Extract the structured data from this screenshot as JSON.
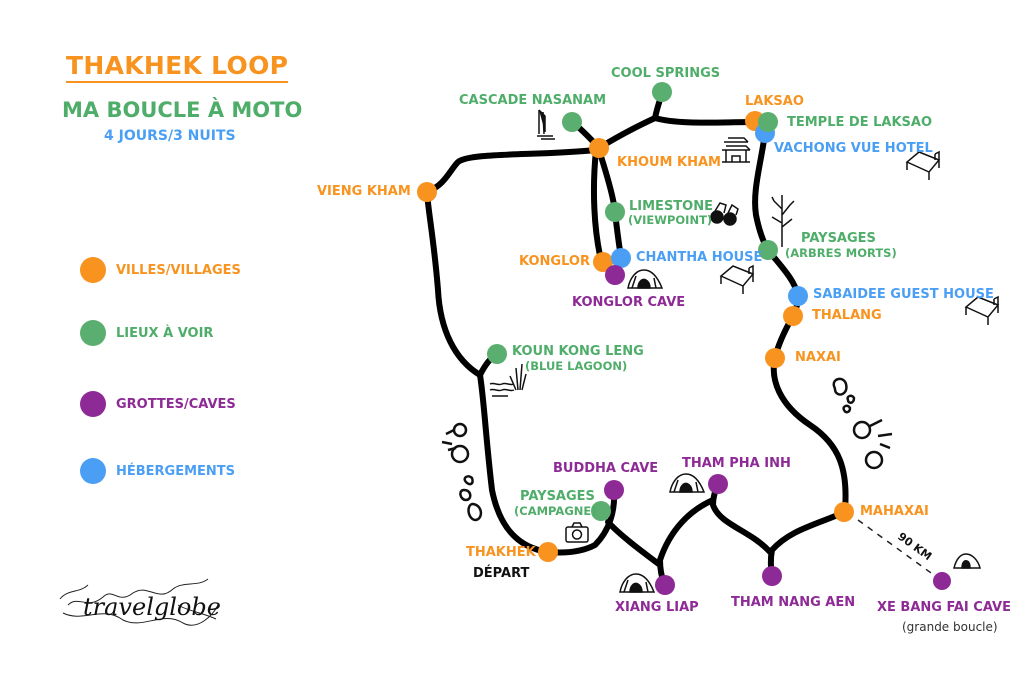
{
  "header": {
    "title": "THAKHEK LOOP",
    "subtitle": "MA BOUCLE À MOTO",
    "duration": "4 JOURS/3 NUITS"
  },
  "colors": {
    "villes": "#f7931e",
    "lieux": "#5aae70",
    "grottes": "#8e2a96",
    "hebergements": "#4a9ff5",
    "route": "#000000"
  },
  "legend": [
    {
      "label": "VILLES/VILLAGES",
      "category": "villes"
    },
    {
      "label": "LIEUX À VOIR",
      "category": "lieux"
    },
    {
      "label": "GROTTES/CAVES",
      "category": "grottes"
    },
    {
      "label": "HÉBERGEMENTS",
      "category": "hebergements"
    }
  ],
  "places": {
    "cascade_nasanam": {
      "name": "CASCADE NASANAM",
      "category": "lieux",
      "icon": "waterfall-icon"
    },
    "cool_springs": {
      "name": "COOL SPRINGS",
      "category": "lieux"
    },
    "laksao": {
      "name": "LAKSAO",
      "category": "villes"
    },
    "temple_laksao": {
      "name": "TEMPLE DE LAKSAO",
      "category": "lieux",
      "icon": "temple-icon"
    },
    "vachong_vue": {
      "name": "VACHONG VUE HOTEL",
      "category": "hebergements",
      "icon": "bed-icon"
    },
    "khoum_kham": {
      "name": "KHOUM KHAM",
      "category": "villes"
    },
    "vieng_kham": {
      "name": "VIENG KHAM",
      "category": "villes"
    },
    "limestone": {
      "name": "LIMESTONE",
      "sub": "(VIEWPOINT)",
      "category": "lieux",
      "icon": "binoculars-icon"
    },
    "paysages_arbres": {
      "name": "PAYSAGES",
      "sub": "(ARBRES MORTS)",
      "category": "lieux",
      "icon": "dead-tree-icon"
    },
    "konglor": {
      "name": "KONGLOR",
      "category": "villes"
    },
    "chantha_house": {
      "name": "CHANTHA HOUSE",
      "category": "hebergements",
      "icon": "bed-icon"
    },
    "konglor_cave": {
      "name": "KONGLOR CAVE",
      "category": "grottes",
      "icon": "cave-icon"
    },
    "sabaidee": {
      "name": "SABAIDEE GUEST HOUSE",
      "category": "hebergements",
      "icon": "bed-icon"
    },
    "thalang": {
      "name": "THALANG",
      "category": "villes"
    },
    "naxai": {
      "name": "NAXAI",
      "category": "villes"
    },
    "koun_kong_leng": {
      "name": "KOUN KONG LENG",
      "sub": "(BLUE LAGOON)",
      "category": "lieux",
      "icon": "lagoon-icon"
    },
    "buddha_cave": {
      "name": "BUDDHA CAVE",
      "category": "grottes"
    },
    "tham_pha_inh": {
      "name": "THAM PHA INH",
      "category": "grottes",
      "icon": "cave-icon"
    },
    "paysages_campagne": {
      "name": "PAYSAGES",
      "sub": "(CAMPAGNE)",
      "category": "lieux",
      "icon": "camera-icon"
    },
    "mahaxai": {
      "name": "MAHAXAI",
      "category": "villes"
    },
    "thakhek": {
      "name": "THAKHEK",
      "sub": "DÉPART",
      "category": "villes"
    },
    "xiang_liap": {
      "name": "XIANG LIAP",
      "category": "grottes",
      "icon": "cave-icon"
    },
    "tham_nang_aen": {
      "name": "THAM NANG AEN",
      "category": "grottes"
    },
    "xe_bang_fai": {
      "name": "XE BANG FAI CAVE",
      "sub": "(grande boucle)",
      "category": "grottes",
      "icon": "cave-icon"
    }
  },
  "distance_note": "90 KM",
  "brand": "travelglobe"
}
